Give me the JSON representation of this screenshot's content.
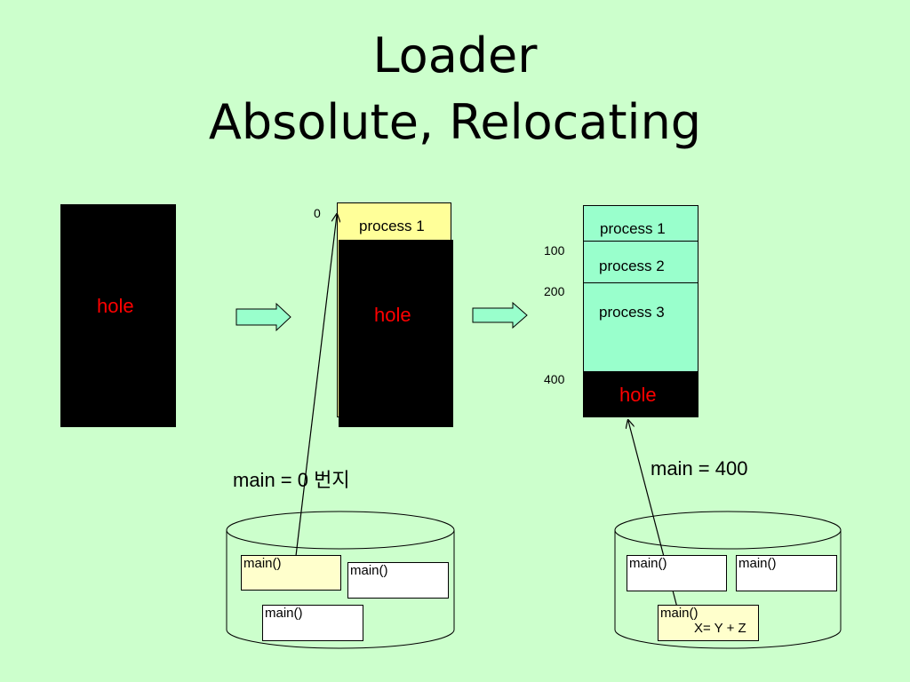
{
  "title": {
    "line1": "Loader",
    "line2": "Absolute, Relocating"
  },
  "stage1": {
    "hole_label": "hole"
  },
  "stage2": {
    "address_0": "0",
    "process1_label": "process 1",
    "hole_label": "hole",
    "main_label": "main = 0 번지"
  },
  "stage3": {
    "process1_label": "process 1",
    "process2_label": "process 2",
    "process3_label": "process 3",
    "hole_label": "hole",
    "address_100": "100",
    "address_200": "200",
    "address_400": "400",
    "main_label": "main = 400"
  },
  "disk_left": {
    "box1": "main()",
    "box2": "main()",
    "box3": "main()"
  },
  "disk_right": {
    "box1": "main()",
    "box2": "main()",
    "box3": "main()",
    "box3_line2": "X= Y + Z"
  },
  "colors": {
    "background": "#ccffcc",
    "process_yellow": "#ffff99",
    "process_aqua": "#99ffcc",
    "hole_text": "#ff0000",
    "arrow_fill": "#99ffcc"
  }
}
